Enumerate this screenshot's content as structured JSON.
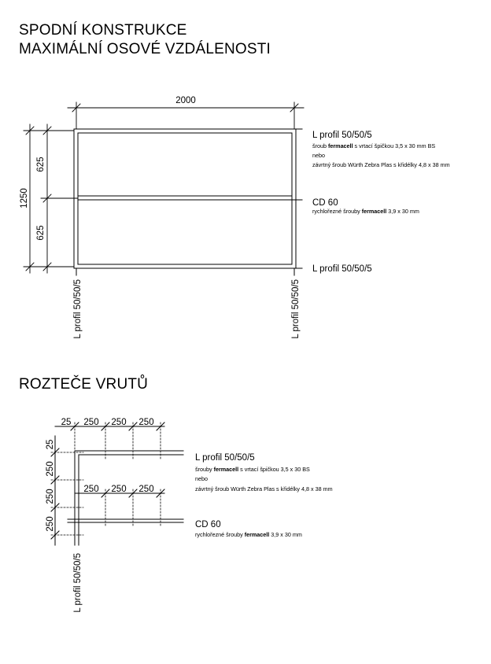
{
  "titles": {
    "line1": "SPODNÍ KONSTRUKCE",
    "line2": "MAXIMÁLNÍ OSOVÉ VZDÁLENOSTI",
    "section2": "ROZTEČE VRUTŮ"
  },
  "top": {
    "dim_width": "2000",
    "dim_height_total": "1250",
    "dim_height_upper": "625",
    "dim_height_lower": "625",
    "label_top_profile": "L profil 50/50/5",
    "top_note_pre": "šroub ",
    "top_note_brand": "fermacell",
    "top_note_post": " s vrtací špičkou 3,5 x 30 mm BS",
    "top_note_or": "nebo",
    "top_note_alt": "závrtný šroub Würth Zebra Plas s křidélky 4,8 x 38 mm",
    "label_mid_profile": "CD 60",
    "mid_note_pre": "rychlořezné šrouby ",
    "mid_note_brand": "fermacell",
    "mid_note_post": " 3,9 x 30 mm",
    "label_bottom_profile": "L profil 50/50/5",
    "label_left_post": "L profil 50/50/5",
    "label_right_post": "L profil 50/50/5"
  },
  "bottom": {
    "dim_top": [
      "25",
      "250",
      "250",
      "250"
    ],
    "dim_mid": [
      "250",
      "250",
      "250"
    ],
    "dim_left": [
      "25",
      "250",
      "250",
      "250"
    ],
    "label_top_profile": "L profil 50/50/5",
    "top_note_pre": "šrouby ",
    "top_note_brand": "fermacell",
    "top_note_post": " s vrtací špičkou 3,5 x 30 BS",
    "top_note_or": "nebo",
    "top_note_alt": "závrtný šroub Würth Zebra Plas s křidélky 4,8 x 38 mm",
    "label_mid_profile": "CD 60",
    "mid_note_pre": "rychlořezné šrouby ",
    "mid_note_brand": "fermacell",
    "mid_note_post": " 3,9 x 30 mm",
    "label_post": "L profil 50/50/5"
  }
}
